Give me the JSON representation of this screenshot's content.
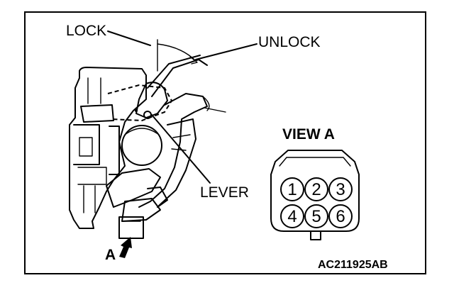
{
  "labels": {
    "lock": "LOCK",
    "unlock": "UNLOCK",
    "lever": "LEVER",
    "view_a": "VIEW A",
    "arrow_a": "A",
    "figure_code": "AC211925AB"
  },
  "connector": {
    "pins": [
      "1",
      "2",
      "3",
      "4",
      "5",
      "6"
    ]
  }
}
